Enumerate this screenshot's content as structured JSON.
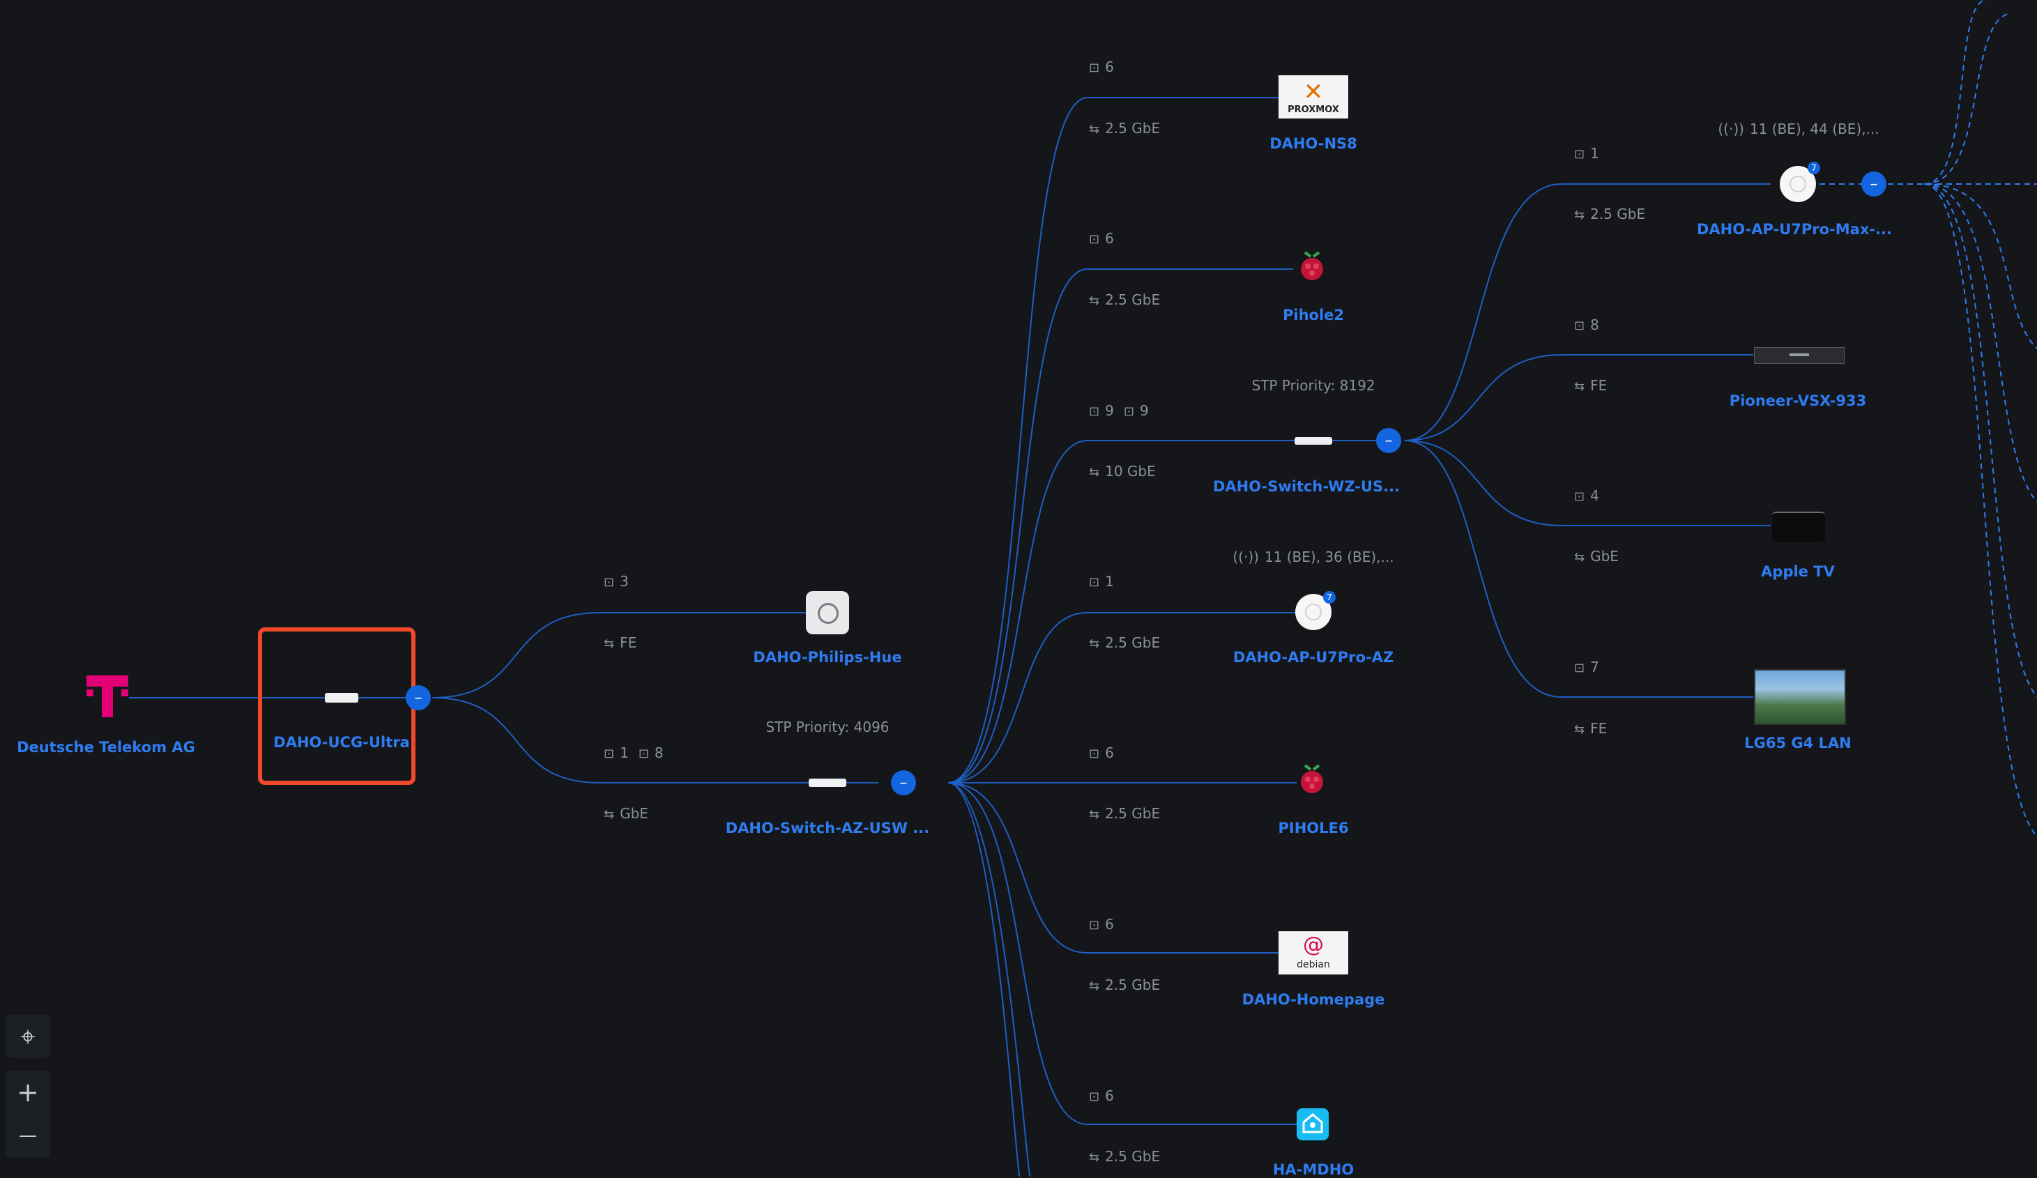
{
  "nodes": {
    "isp": {
      "label": "Deutsche Telekom AG"
    },
    "gateway": {
      "label": "DAHO-UCG-Ultra"
    },
    "hue": {
      "label": "DAHO-Philips-Hue",
      "ports": "3",
      "speed": "FE"
    },
    "switch_az": {
      "label": "DAHO-Switch-AZ-USW ...",
      "ports1": "1",
      "ports2": "8",
      "speed": "GbE",
      "stp": "STP Priority: 4096"
    },
    "ns8": {
      "label": "DAHO-NS8",
      "ports": "6",
      "speed": "2.5 GbE",
      "logo": "PROXMOX"
    },
    "pihole2": {
      "label": "Pihole2",
      "ports": "6",
      "speed": "2.5 GbE"
    },
    "switch_wz": {
      "label": "DAHO-Switch-WZ-US...",
      "ports1": "9",
      "ports2": "9",
      "speed": "10 GbE",
      "stp": "STP Priority: 8192"
    },
    "ap_az": {
      "label": "DAHO-AP-U7Pro-AZ",
      "ports": "1",
      "speed": "2.5 GbE",
      "wifi": "11 (BE), 36 (BE),...",
      "badge": "7"
    },
    "pihole6": {
      "label": "PIHOLE6",
      "ports": "6",
      "speed": "2.5 GbE"
    },
    "homepage": {
      "label": "DAHO-Homepage",
      "ports": "6",
      "speed": "2.5 GbE",
      "logo": "debian"
    },
    "ha": {
      "label": "HA-MDHO",
      "ports": "6",
      "speed": "2.5 GbE"
    },
    "ap_max": {
      "label": "DAHO-AP-U7Pro-Max-...",
      "ports": "1",
      "speed": "2.5 GbE",
      "wifi": "11 (BE), 44 (BE),...",
      "badge": "7"
    },
    "pioneer": {
      "label": "Pioneer-VSX-933",
      "ports": "8",
      "speed": "FE"
    },
    "appletv": {
      "label": "Apple TV",
      "ports": "4",
      "speed": "GbE"
    },
    "lg": {
      "label": "LG65 G4 LAN",
      "ports": "7",
      "speed": "FE"
    }
  },
  "controls": {
    "locate": "⌖",
    "zoom_in": "+",
    "zoom_out": "—"
  },
  "collapse_glyph": "–",
  "colors": {
    "link": "#2f7cf0",
    "edge": "#1f5fc4",
    "highlight": "#f04a2a",
    "brand_telekom": "#e20074"
  },
  "icons": {
    "port": "port-icon",
    "uplink": "uplink-icon",
    "wifi": "wifi-icon"
  }
}
